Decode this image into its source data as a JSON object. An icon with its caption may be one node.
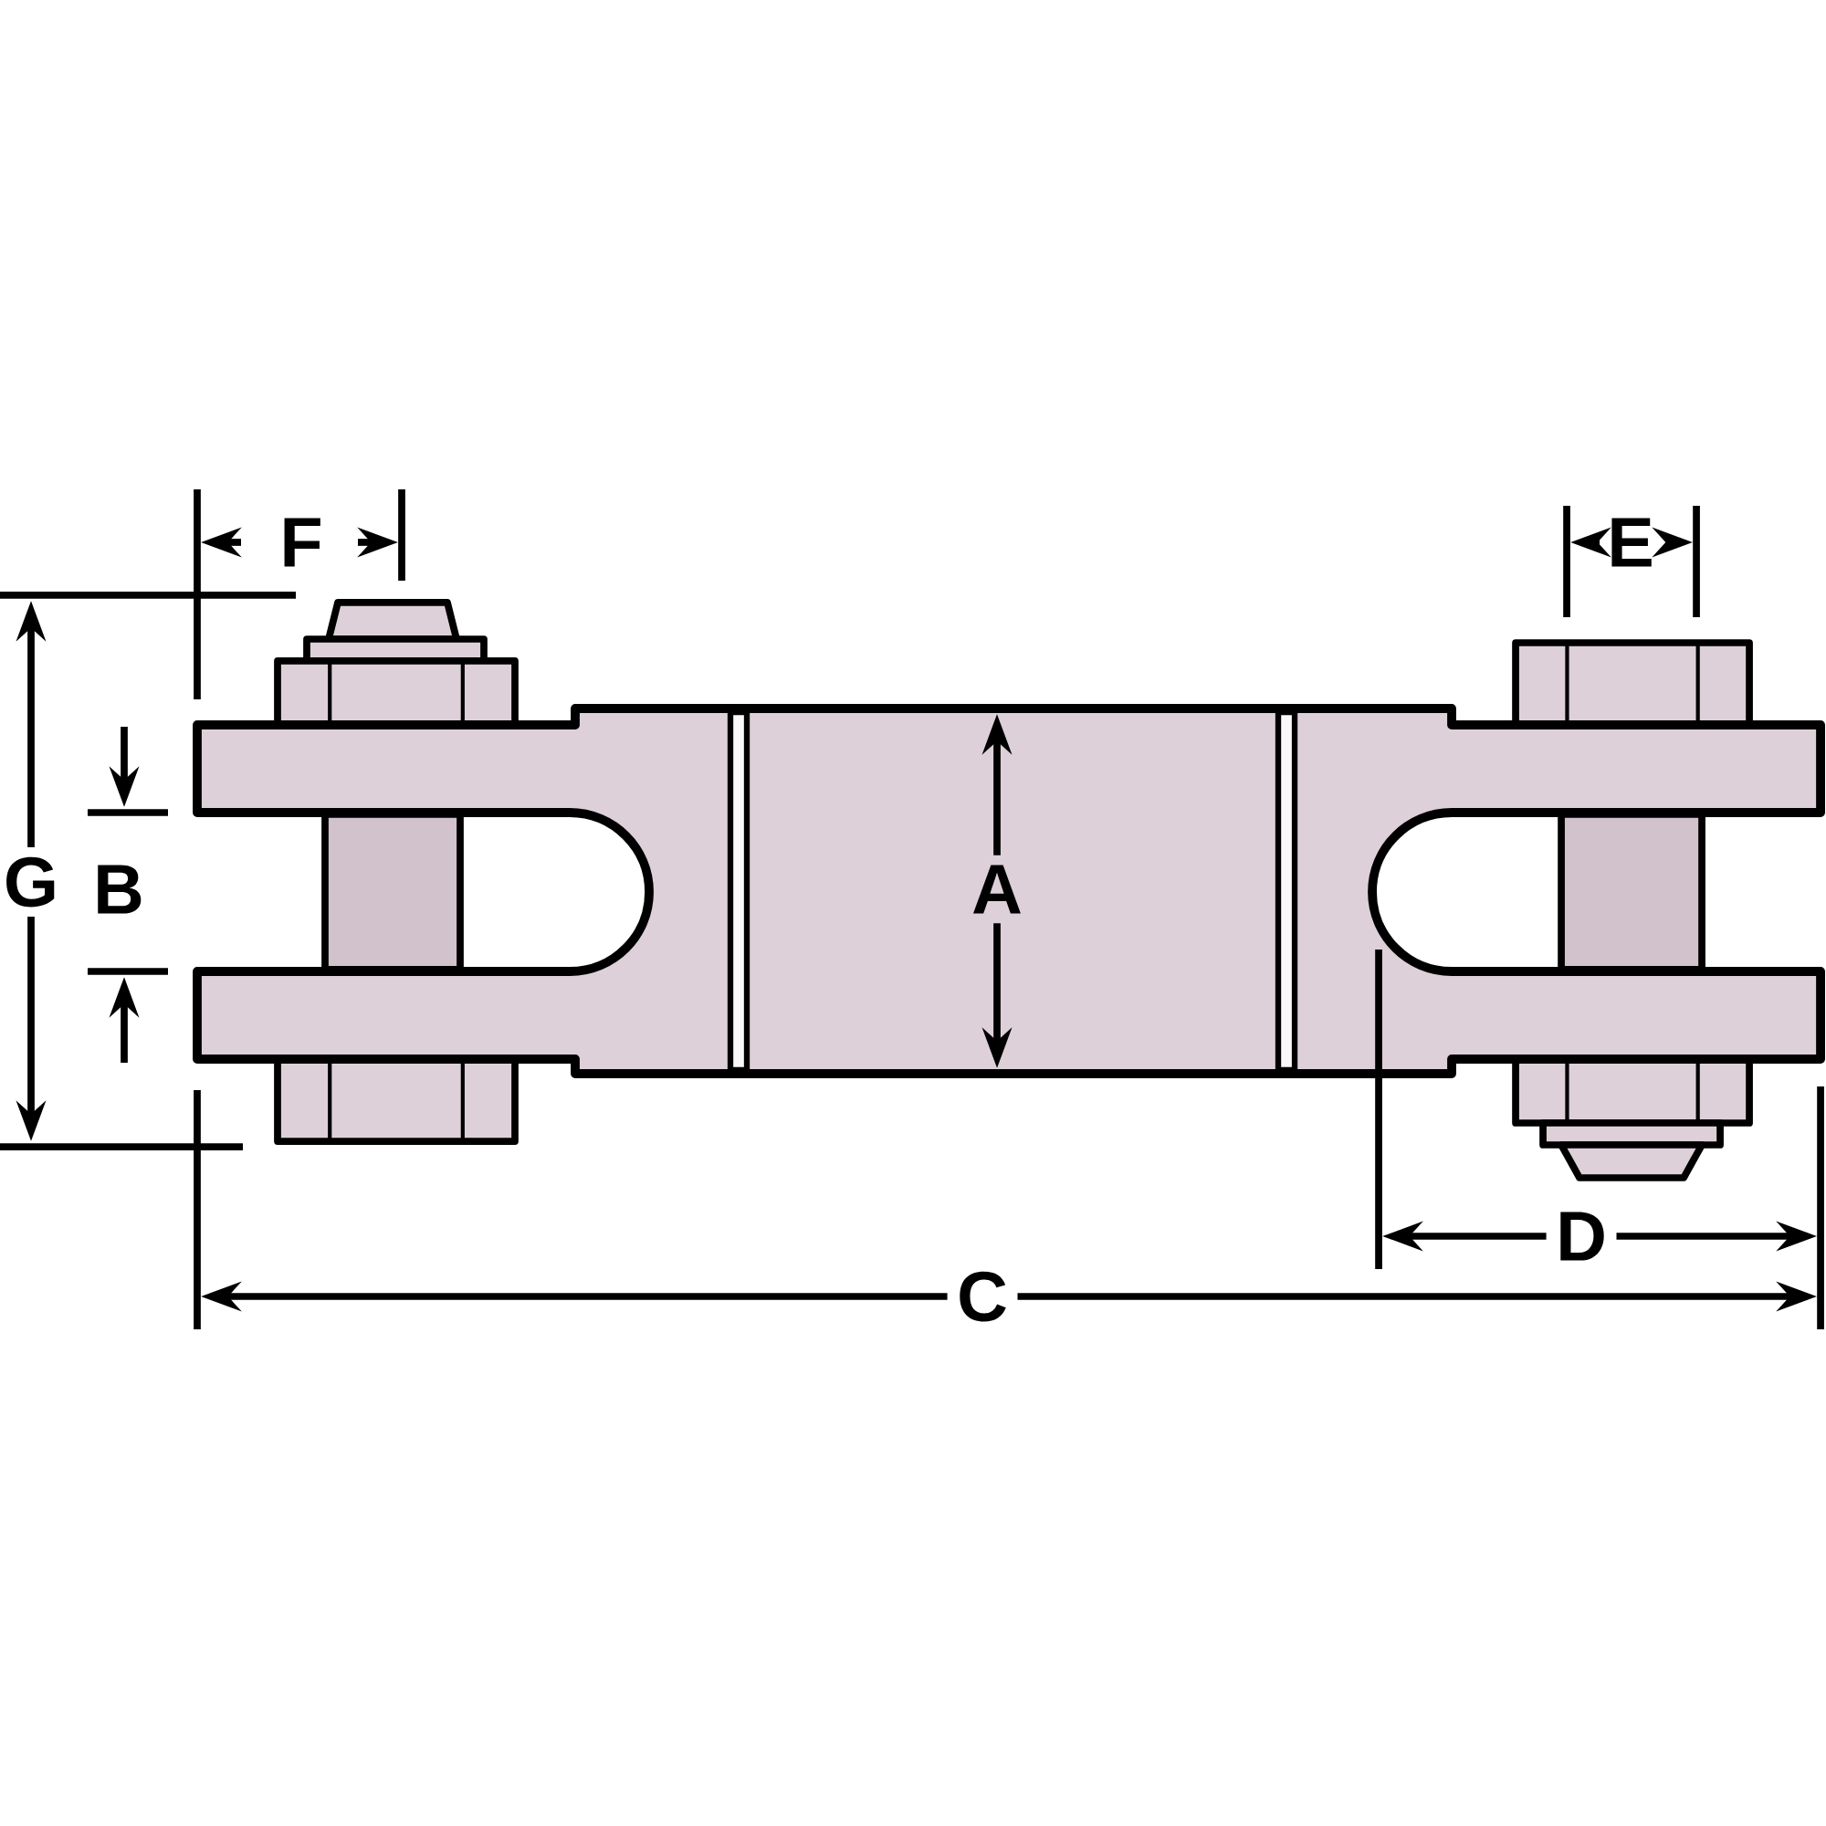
{
  "diagram": {
    "labels": [
      "F",
      "E",
      "G",
      "B",
      "A",
      "D",
      "C"
    ]
  }
}
